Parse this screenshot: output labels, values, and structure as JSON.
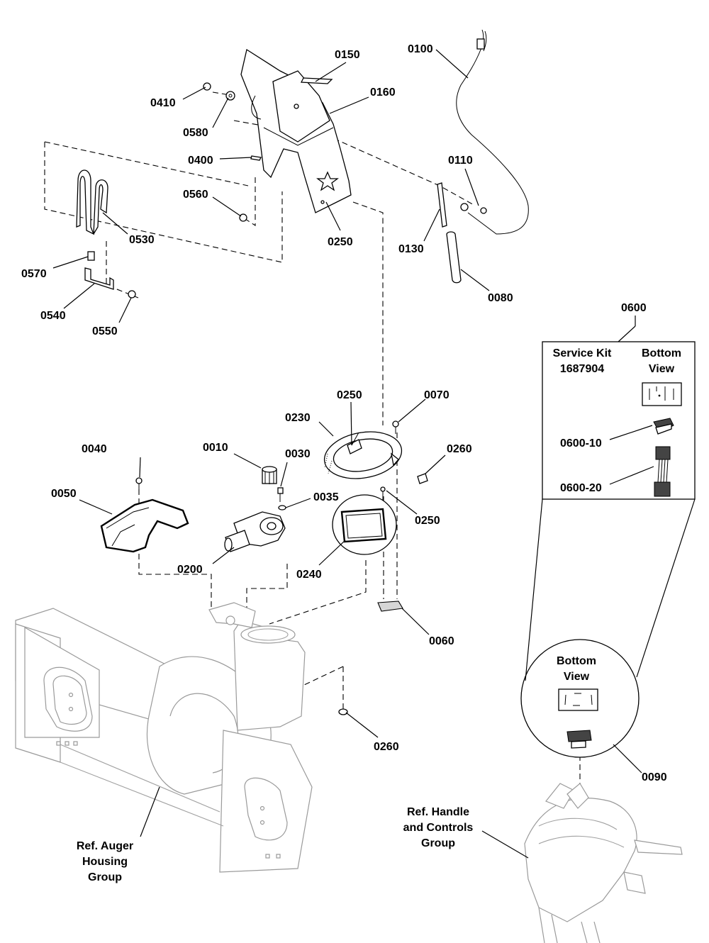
{
  "callouts": {
    "c0100": "0100",
    "c0150": "0150",
    "c0160": "0160",
    "c0410": "0410",
    "c0580": "0580",
    "c0400": "0400",
    "c0560": "0560",
    "c0250_top": "0250",
    "c0110": "0110",
    "c0130": "0130",
    "c0080": "0080",
    "c0530": "0530",
    "c0570": "0570",
    "c0540": "0540",
    "c0550": "0550",
    "c0600": "0600",
    "c0250_ring": "0250",
    "c0070": "0070",
    "c0230": "0230",
    "c0260_right": "0260",
    "c0040": "0040",
    "c0010": "0010",
    "c0030": "0030",
    "c0035": "0035",
    "c0050": "0050",
    "c0250_plate": "0250",
    "c0200": "0200",
    "c0240": "0240",
    "c0060": "0060",
    "c0260_bottom": "0260",
    "c0090": "0090",
    "c0600_10": "0600-10",
    "c0600_20": "0600-20"
  },
  "service_kit": {
    "title_line1": "Service Kit",
    "title_line2": "1687904",
    "bottom_view_line1": "Bottom",
    "bottom_view_line2": "View"
  },
  "detail_circle": {
    "line1": "Bottom",
    "line2": "View"
  },
  "ref_handle": {
    "line1": "Ref. Handle",
    "line2": "and Controls",
    "line3": "Group"
  },
  "ref_auger": {
    "line1": "Ref. Auger",
    "line2": "Housing",
    "line3": "Group"
  }
}
